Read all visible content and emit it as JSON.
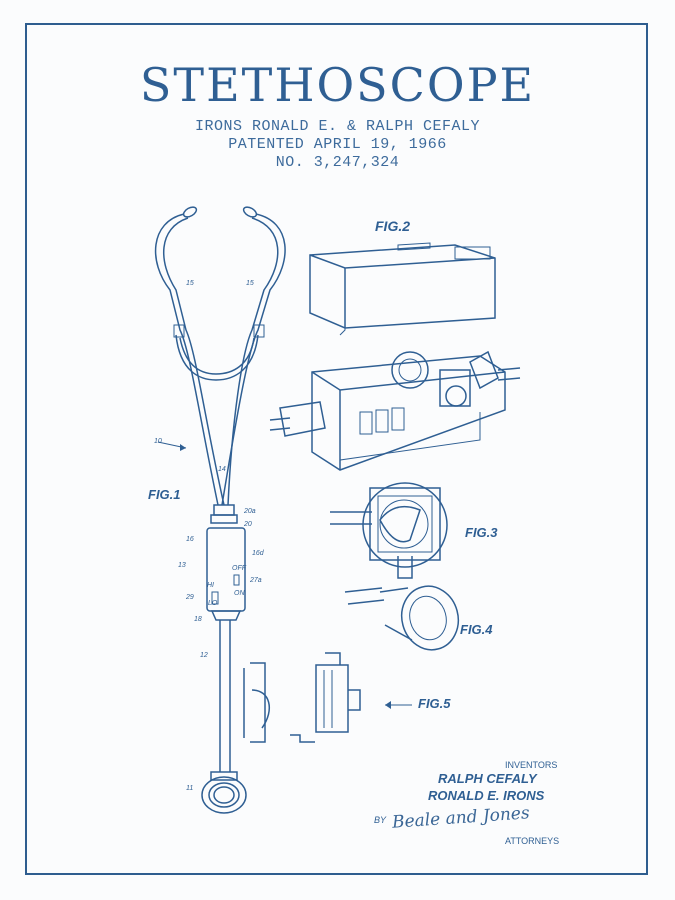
{
  "title": "STETHOSCOPE",
  "subtitle_lines": [
    "IRONS RONALD E. & RALPH CEFALY",
    "PATENTED APRIL 19, 1966",
    "NO. 3,247,324"
  ],
  "figures": {
    "fig1": "FIG.1",
    "fig2": "FIG.2",
    "fig3": "FIG.3",
    "fig4": "FIG.4",
    "fig5": "FIG.5"
  },
  "inventors": {
    "heading": "INVENTORS",
    "name1": "RALPH CEFALY",
    "name2": "RONALD E. IRONS"
  },
  "attorney": {
    "by": "BY",
    "signature": "Beale and Jones",
    "label": "ATTORNEYS"
  },
  "ref_numbers": {
    "n15a": "15",
    "n15b": "15",
    "n10": "10",
    "n14": "14",
    "n20a": "20a",
    "n20": "20",
    "n16": "16",
    "n13": "13",
    "n16d": "16d",
    "n27a": "27a",
    "n29": "29",
    "n18": "18",
    "n12": "12",
    "n11": "11",
    "hi": "HI",
    "lo": "LO",
    "off": "OFF",
    "on": "ON"
  }
}
